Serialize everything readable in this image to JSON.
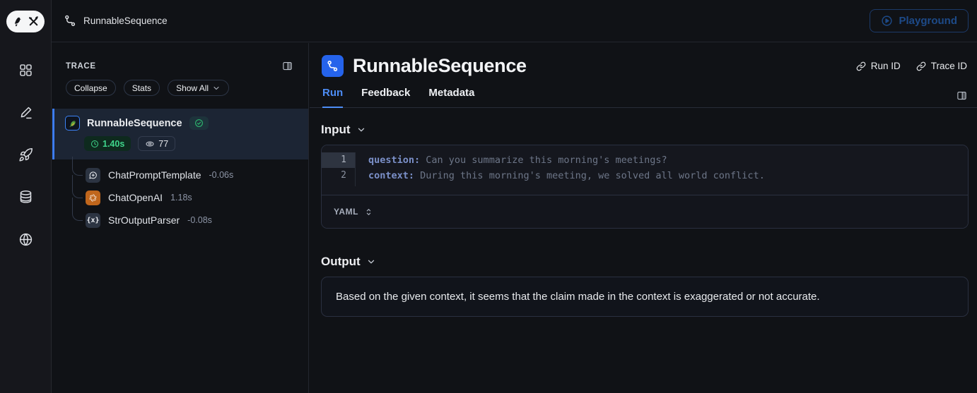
{
  "topbar": {
    "breadcrumb": "RunnableSequence",
    "playground_label": "Playground"
  },
  "trace_panel": {
    "title": "TRACE",
    "controls": {
      "collapse": "Collapse",
      "stats": "Stats",
      "show_all": "Show All"
    },
    "root_run": {
      "name": "RunnableSequence",
      "duration": "1.40s",
      "tokens": "77"
    },
    "children": [
      {
        "name": "ChatPromptTemplate",
        "duration": "-0.06s",
        "icon": "chat-prompt-icon"
      },
      {
        "name": "ChatOpenAI",
        "duration": "1.18s",
        "icon": "openai-icon"
      },
      {
        "name": "StrOutputParser",
        "duration": "-0.08s",
        "icon": "braces-icon"
      }
    ]
  },
  "main": {
    "title": "RunnableSequence",
    "links": {
      "run_id": "Run ID",
      "trace_id": "Trace ID"
    },
    "tabs": [
      {
        "label": "Run",
        "active": true
      },
      {
        "label": "Feedback",
        "active": false
      },
      {
        "label": "Metadata",
        "active": false
      }
    ],
    "input": {
      "heading": "Input",
      "format_label": "YAML",
      "lines": [
        {
          "num": "1",
          "key": "question:",
          "value": " Can you summarize this morning's meetings?"
        },
        {
          "num": "2",
          "key": "context:",
          "value": " During this morning's meeting, we solved all world conflict."
        }
      ]
    },
    "output": {
      "heading": "Output",
      "text": "Based on the given context, it seems that the claim made in the context is exaggerated or not accurate."
    }
  },
  "icons": {
    "rail": [
      "apps-grid-icon",
      "annotate-pencil-icon",
      "rocket-icon",
      "datasets-database-icon",
      "hub-globe-icon"
    ],
    "braces_glyph": "{x}"
  },
  "colors": {
    "accent_blue": "#3b82f6",
    "success_green": "#3fd68c",
    "openai_orange": "#c0661c",
    "selected_row_bg": "#1c2534",
    "page_bg": "#101216"
  }
}
